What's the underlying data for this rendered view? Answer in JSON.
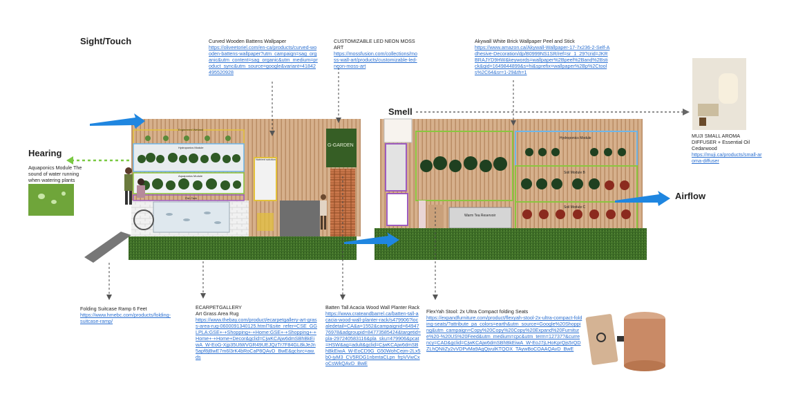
{
  "section_labels": {
    "sight_touch": "Sight/Touch",
    "hearing": "Hearing",
    "smell": "Smell",
    "airflow": "Airflow"
  },
  "hearing_note": "Aquaponics Module The sound of water running when watering plants",
  "module_labels": {
    "upper_shelf": "Engineered Wetland",
    "hydroponics_left": "Hydroponics Module",
    "aquaponics_left": "Aquaponics Module",
    "fish_tank": "Fish Tank",
    "side_panel": "Nutrient solution",
    "green_sign": "G-GARDEN",
    "hydroponics_right": "Hydroponics Module",
    "soil_b": "Soil Module B",
    "soil_c": "Soil Module C",
    "reservoir": "Warm Tea Reservoir"
  },
  "annotations": {
    "curved_battens": {
      "title": "Curved Wooden Battens Wallpaper",
      "url": "https://oliveetoriel.com/en-ca/products/curved-wooden-battens-wallpaper?utm_campaign=sag_organic&utm_content=sag_organic&utm_medium=product_sync&utm_source=google&variant=41842495520928"
    },
    "neon_moss": {
      "title": "CUSTOMIZABLE LED NEON MOSS ART",
      "url": "https://mossfusion.com/collections/moss-wall-art/products/customizable-led-neon-moss-art"
    },
    "brick_wallpaper": {
      "title": "Akywall White Brick Wallpaper Peel and Stick",
      "url": "https://www.amazon.ca/Akywall-Wallpaper-17-7x236-2-Self-Adhesive-Decoration/dp/B0999NS1SR/ref=sr_1_29?crid=JKRBRAJYD9HW&keywords=wallpaper%2Bpeel%2Band%2Bstick&qid=1649844899&s=hi&sprefix=wallpaper%2Bp%2Ctools%2C64&sr=1-29&th=1"
    },
    "diffuser": {
      "title": "MUJI SMALL AROMA DIFFUSER + Essential Oil Cedarwood",
      "url": "https://muji.ca/products/small-aroma-diffuser"
    },
    "ramp": {
      "title": "Folding Suitcase Ramp 6 Feet",
      "url": "https://www.hmebc.com/products/folding-suitcase-ramp/"
    },
    "rug": {
      "title": "ECARPETGALLERY",
      "subtitle": "Art Grass Area Rug",
      "url": "https://www.thebay.com/product/ecarpetgallery-art-grass-area-rug-0600091340125.html?&site_refer=CSE_GGLPLA:GSE+-+Shopping+-+Home:GSE+-+Shopping+-+Home+-+Home+Decor&gclid=CjwKCAjw6dmSBhBkEiwA_W-EoG-Xjp35UtWVGR49UEJQzTr7F84GL8kJeJn5apf8jBwE7m6l3rK4bRoCaP8QAvD_BwE&gclsrc=aw.ds"
    },
    "planter_rack": {
      "title": "Batten Tall Acacia Wood Wall Planter Rack",
      "url": "https://www.crateandbarrel.ca/batten-tall-acacia-wood-wall-planter-rack/s479906?localedetail=CA&a=1552&campaignid=6494776978&adgroupid=84773585424&targetid=pla-297240583116&pla_sku=479906&pcat=HSW&ag=adult&gclid=CjwKCAjw6dmSBhBkEiwA_W-EoCD9G_G50WohCejm-2Lx5b0-jyM3_CV5RDG1nbmtaCLpn_frpVVwCxoCsWkQAvD_BwE"
    },
    "stool": {
      "title": "FlexYah Stool: 2x Ultra Compact folding Seats",
      "url": "https://expandfurniture.com/product/flexyah-stool-2x-ultra-compact-folding-seats/?attribute_pa_colors=earth&utm_source=Google%20Shopping&utm_campaign=Copy%20Copy%20Copy%20Expand%20Furniture%20-%20US%20Feed&utm_medium=cpc&utm_term=12737?&currency=CAD&gclid=CjwKCAjw6dmSBhBkEiwA_W-EoJ7jLHoKprQjs5rQDZLhQNIiZy2vVDPvMa9AgQjvulKTQOX_TAywBoCOAAQAvD_BwE"
    }
  },
  "colors": {
    "arrow_blue": "#1f86e0",
    "arrow_green": "#7ac943",
    "grass": "#3f6f2a",
    "wood": "#c9a07a",
    "module_yellow": "#e3c13a",
    "module_blue": "#6fb6e8",
    "module_green": "#8ac63f",
    "module_purple": "#9d5bbf",
    "link_blue": "#2a6fd1"
  },
  "icons": [
    "arrow-right-icon",
    "arrow-left-icon",
    "dashed-arrow-icon"
  ]
}
